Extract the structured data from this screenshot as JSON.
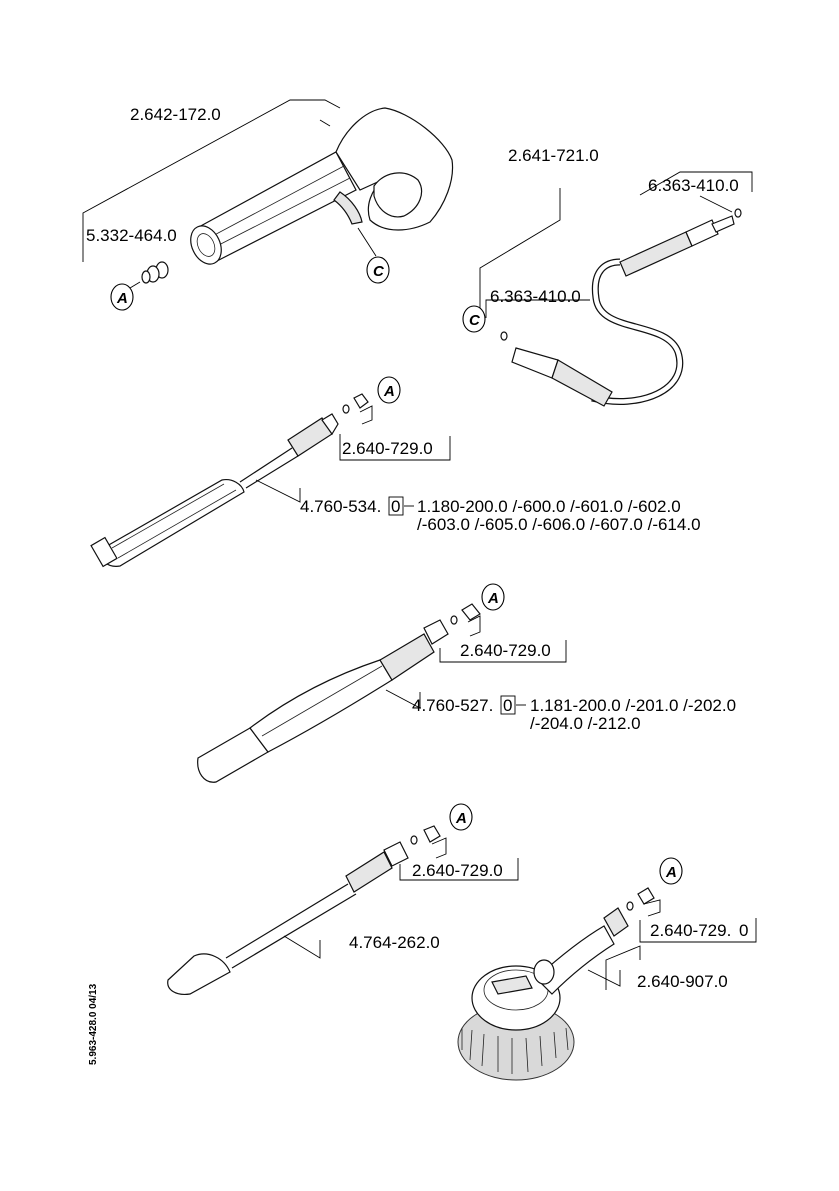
{
  "parts": {
    "trigger_gun": "2.642-172.0",
    "adapter": "5.332-464.0",
    "hose": "2.641-721.0",
    "hose_oring_top": "6.363-410.0",
    "hose_oring_bottom": "6.363-410.0",
    "lance1_nozzle": "2.640-729.0",
    "lance1_id": "4.760-534.",
    "lance1_suffix": "0",
    "lance1_models_line1": "1.180-200.0 /-600.0 /-601.0 /-602.0",
    "lance1_models_line2": "/-603.0 /-605.0 /-606.0 /-607.0 /-614.0",
    "lance2_nozzle": "2.640-729.0",
    "lance2_id": "4.760-527.",
    "lance2_suffix": "0",
    "lance2_models_line1": "1.181-200.0 /-201.0 /-202.0",
    "lance2_models_line2": "/-204.0 /-212.0",
    "lance3_nozzle": "2.640-729.0",
    "lance3_id": "4.764-262.0",
    "brush_nozzle_a": "2.640-729.",
    "brush_nozzle_b": "0",
    "brush_id": "2.640-907.0"
  },
  "markers": {
    "a": "A",
    "c": "C"
  },
  "doc_id": "5.963-428.0  04/13"
}
